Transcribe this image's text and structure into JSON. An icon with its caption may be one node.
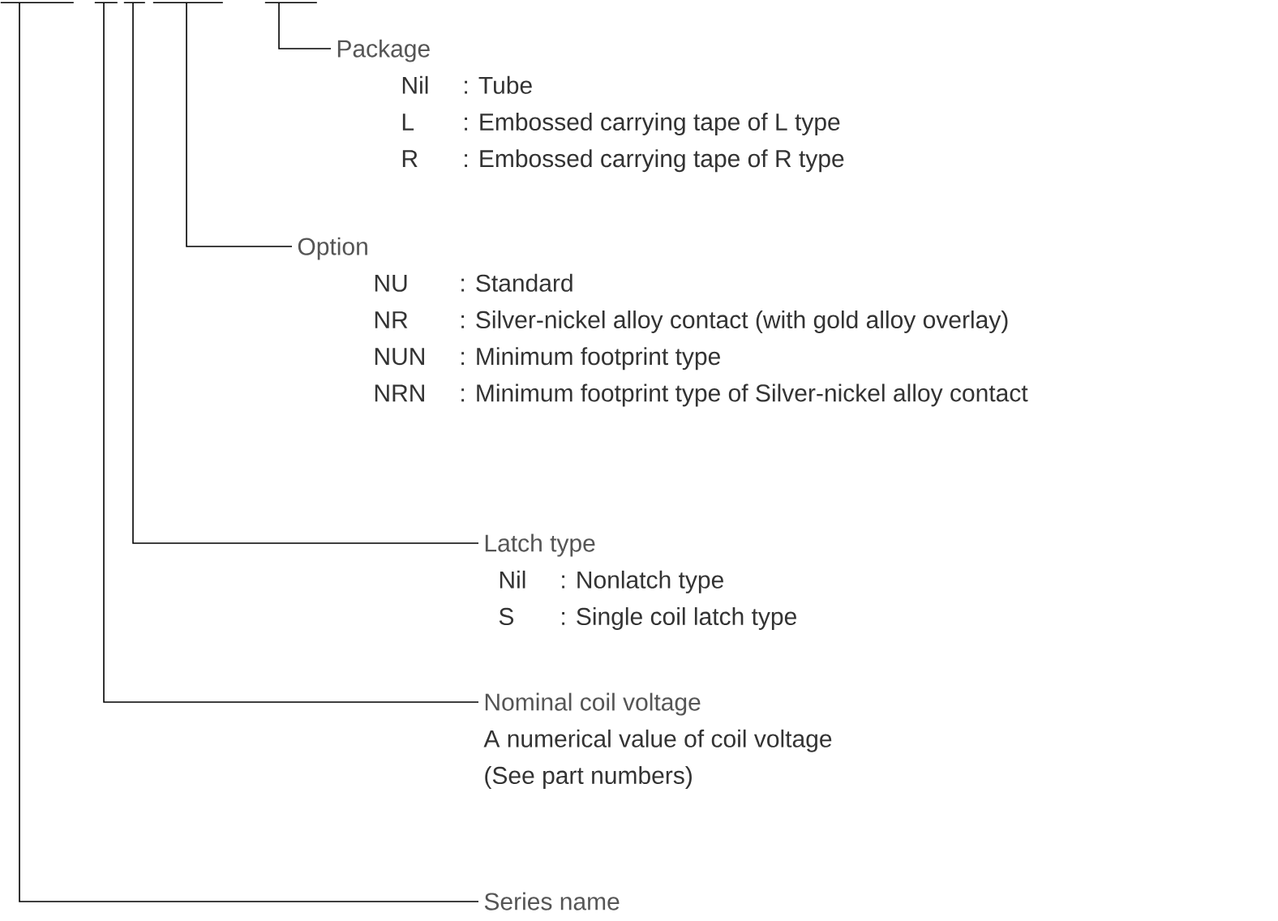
{
  "diagram": {
    "nodes": [
      {
        "text": [],
        "shape": "bar"
      },
      {
        "text": [],
        "shape": "bar"
      },
      {
        "text": [],
        "shape": "bar"
      },
      {
        "text": [],
        "shape": "bar"
      },
      {
        "text": [],
        "shape": "bar"
      },
      {
        "text": [
          "Package",
          "Nil",
          ": Tube",
          "L",
          ": Embossed carrying tape of L type",
          "R",
          ": Embossed carrying tape of R type"
        ]
      },
      {
        "text": [
          "Option",
          "NU",
          ": Standard",
          "NR",
          ": Silver-nickel alloy contact (with gold alloy overlay)",
          "NUN",
          ": Minimum footprint type",
          "NRN",
          ": Minimum footprint type of Silver-nickel alloy contact"
        ]
      },
      {
        "text": [
          "Latch type",
          "Nil",
          ": Nonlatch type",
          "S",
          ": Single coil latch type"
        ]
      },
      {
        "text": [
          "Nominal coil voltage",
          "A numerical value of coil voltage",
          "(See part numbers)"
        ]
      },
      {
        "text": [
          "Series name"
        ]
      }
    ],
    "edges": [
      {
        "from": 4,
        "to": 5,
        "arrow": "none"
      },
      {
        "from": 3,
        "to": 6,
        "arrow": "none"
      },
      {
        "from": 2,
        "to": 7,
        "arrow": "none"
      },
      {
        "from": 1,
        "to": 8,
        "arrow": "none"
      },
      {
        "from": 0,
        "to": 9,
        "arrow": "none"
      }
    ]
  }
}
